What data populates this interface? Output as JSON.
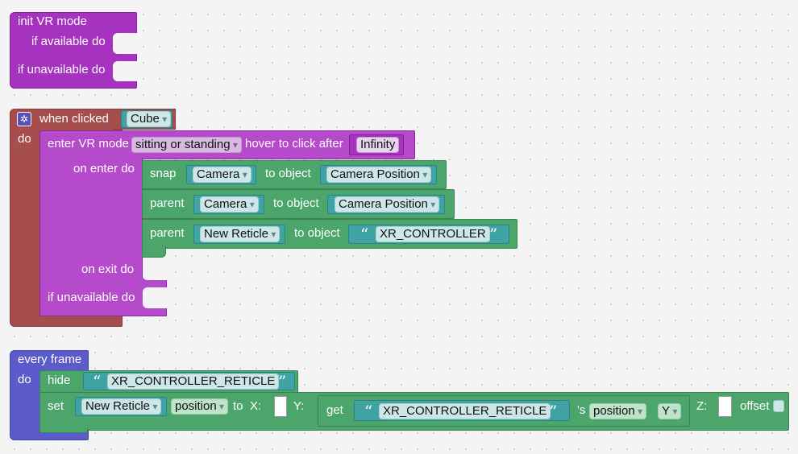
{
  "init_block": {
    "title": "init VR mode",
    "if_available": "if available do",
    "if_unavailable": "if unavailable do"
  },
  "click_block": {
    "when_clicked": "when clicked",
    "object": "Cube",
    "do": "do",
    "enter_vr": {
      "label": "enter VR mode",
      "mode": "sitting or standing",
      "hover": "hover to click after",
      "hover_value": "Infinity",
      "on_enter": "on enter do",
      "on_exit": "on exit do",
      "if_unavailable": "if unavailable do"
    },
    "snap": {
      "label": "snap",
      "object": "Camera",
      "to_object": "to object",
      "target": "Camera Position"
    },
    "parent1": {
      "label": "parent",
      "object": "Camera",
      "to_object": "to object",
      "target": "Camera Position"
    },
    "parent2": {
      "label": "parent",
      "object": "New Reticle",
      "to_object": "to object",
      "target": "XR_CONTROLLER"
    }
  },
  "frame_block": {
    "title": "every frame",
    "do": "do",
    "hide": {
      "label": "hide",
      "target": "XR_CONTROLLER_RETICLE"
    },
    "set": {
      "label": "set",
      "object": "New Reticle",
      "property": "position",
      "to": "to",
      "x": "X:",
      "y": "Y:",
      "z": "Z:",
      "offset": "offset",
      "get": {
        "label": "get",
        "target": "XR_CONTROLLER_RETICLE",
        "possessive": "'s",
        "property": "position",
        "axis": "Y"
      }
    }
  },
  "quote_open": "“",
  "quote_close": "”",
  "icons": {
    "gear": "gear-icon"
  }
}
